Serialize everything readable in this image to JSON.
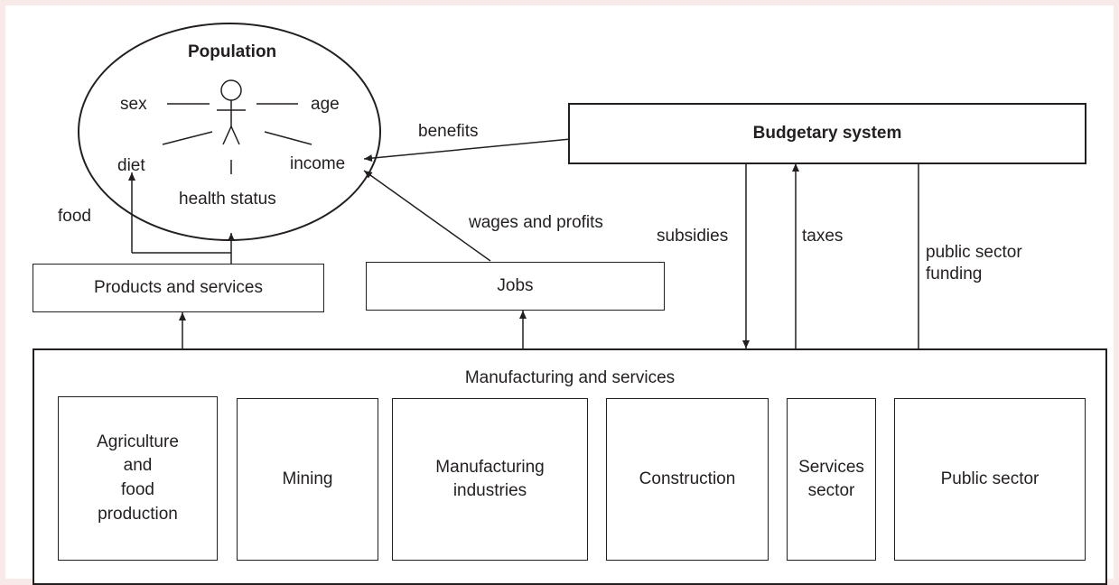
{
  "population": {
    "title": "Population",
    "sex": "sex",
    "age": "age",
    "diet": "diet",
    "income": "income",
    "health_status": "health status"
  },
  "flows": {
    "food": "food",
    "benefits": "benefits",
    "wages_and_profits": "wages and profits",
    "subsidies": "subsidies",
    "taxes": "taxes",
    "public_sector_funding_line1": "public sector",
    "public_sector_funding_line2": "funding"
  },
  "boxes": {
    "budgetary_system": "Budgetary system",
    "products_and_services": "Products and services",
    "jobs": "Jobs",
    "manufacturing_and_services": "Manufacturing and services"
  },
  "sectors": {
    "agriculture": [
      "Agriculture",
      "and",
      "food",
      "production"
    ],
    "mining": [
      "Mining"
    ],
    "manufacturing": [
      "Manufacturing",
      "industries"
    ],
    "construction": [
      "Construction"
    ],
    "services": [
      "Services",
      "sector"
    ],
    "public": [
      "Public sector"
    ]
  }
}
